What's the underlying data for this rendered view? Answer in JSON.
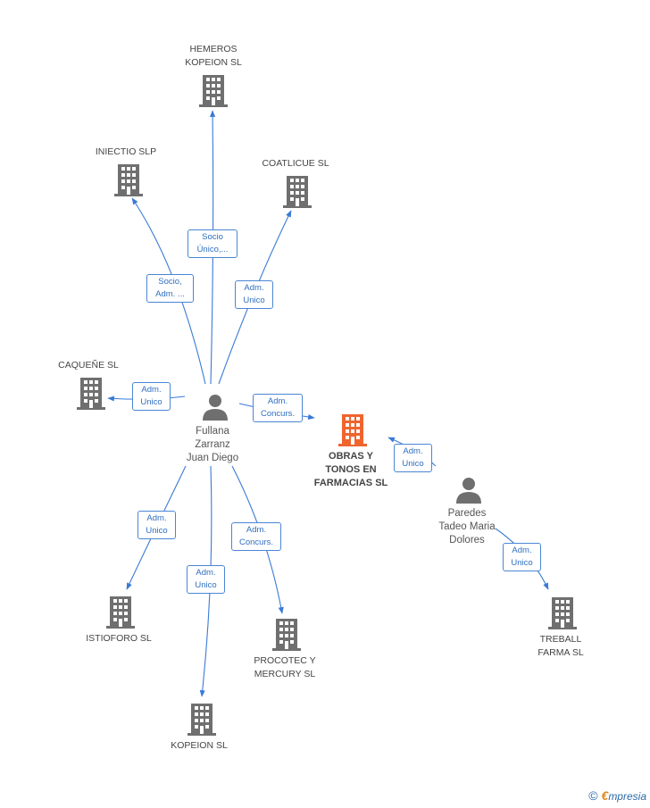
{
  "colors": {
    "edge": "#3a7bd5",
    "building": "#6f6f6f",
    "building_main": "#f0642e",
    "person": "#6f6f6f"
  },
  "nodes": {
    "hemeros": [
      "HEMEROS",
      "KOPEION SL"
    ],
    "iniectio": [
      "INIECTIO  SLP"
    ],
    "coatlicue": [
      "COATLICUE SL"
    ],
    "caquene": [
      "CAQUEÑE SL"
    ],
    "fullana": [
      "Fullana",
      "Zarranz",
      "Juan Diego"
    ],
    "obras": [
      "OBRAS Y",
      "TONOS EN",
      "FARMACIAS SL"
    ],
    "paredes": [
      "Paredes",
      "Tadeo Maria",
      "Dolores"
    ],
    "istioforo": [
      "ISTIOFORO SL"
    ],
    "kopeion": [
      "KOPEION SL"
    ],
    "procotec": [
      "PROCOTEC Y",
      "MERCURY  SL"
    ],
    "treball": [
      "TREBALL",
      "FARMA SL"
    ]
  },
  "edges": {
    "hemeros": [
      "Socio",
      "Único,..."
    ],
    "iniectio": [
      "Socio,",
      "Adm. ..."
    ],
    "coatlicue": [
      "Adm.",
      "Unico"
    ],
    "caquene": [
      "Adm.",
      "Unico"
    ],
    "obras": [
      "Adm.",
      "Concurs."
    ],
    "paredes_obras": [
      "Adm.",
      "Unico"
    ],
    "istioforo": [
      "Adm.",
      "Unico"
    ],
    "kopeion": [
      "Adm.",
      "Unico"
    ],
    "procotec": [
      "Adm.",
      "Concurs."
    ],
    "treball": [
      "Adm.",
      "Unico"
    ]
  },
  "brand": {
    "copyright": "©",
    "initial": "€",
    "name": "mpresia"
  }
}
